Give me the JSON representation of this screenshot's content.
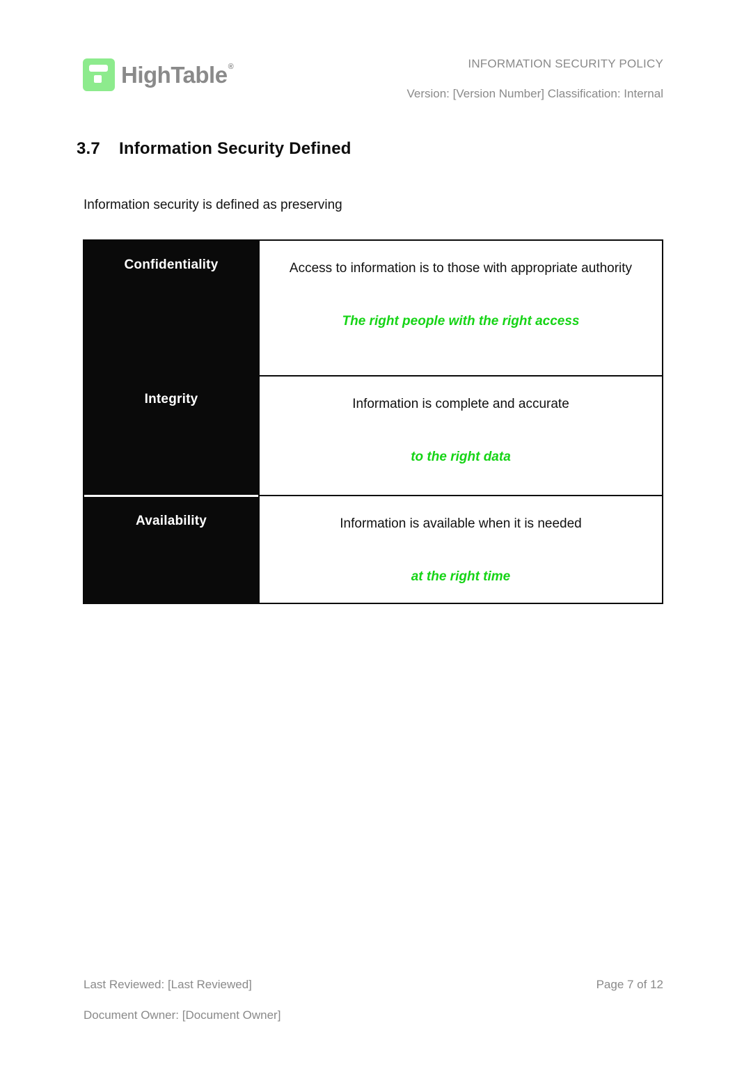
{
  "brand": {
    "name": "HighTable",
    "registered_mark": "®"
  },
  "header": {
    "document_title": "INFORMATION SECURITY POLICY",
    "version_line": "Version: [Version Number] Classification: Internal"
  },
  "section": {
    "number": "3.7",
    "title": "Information Security Defined"
  },
  "intro_text": "Information security is defined as preserving",
  "security_table": {
    "rows": [
      {
        "term": "Confidentiality",
        "definition": "Access to information is to those with appropriate authority",
        "tagline": "The right people with the right access"
      },
      {
        "term": "Integrity",
        "definition": "Information is complete and accurate",
        "tagline": "to the right data"
      },
      {
        "term": "Availability",
        "definition": "Information is available when it is needed",
        "tagline": "at the right time"
      }
    ]
  },
  "footer": {
    "last_reviewed": "Last Reviewed: [Last Reviewed]",
    "page_number": "Page 7 of 12",
    "document_owner": "Document Owner: [Document Owner]"
  },
  "colors": {
    "tagline_green": "#16d416",
    "logo_green": "#8deb8d",
    "muted_text": "#8a8a8a",
    "table_black": "#0a0a0a"
  }
}
